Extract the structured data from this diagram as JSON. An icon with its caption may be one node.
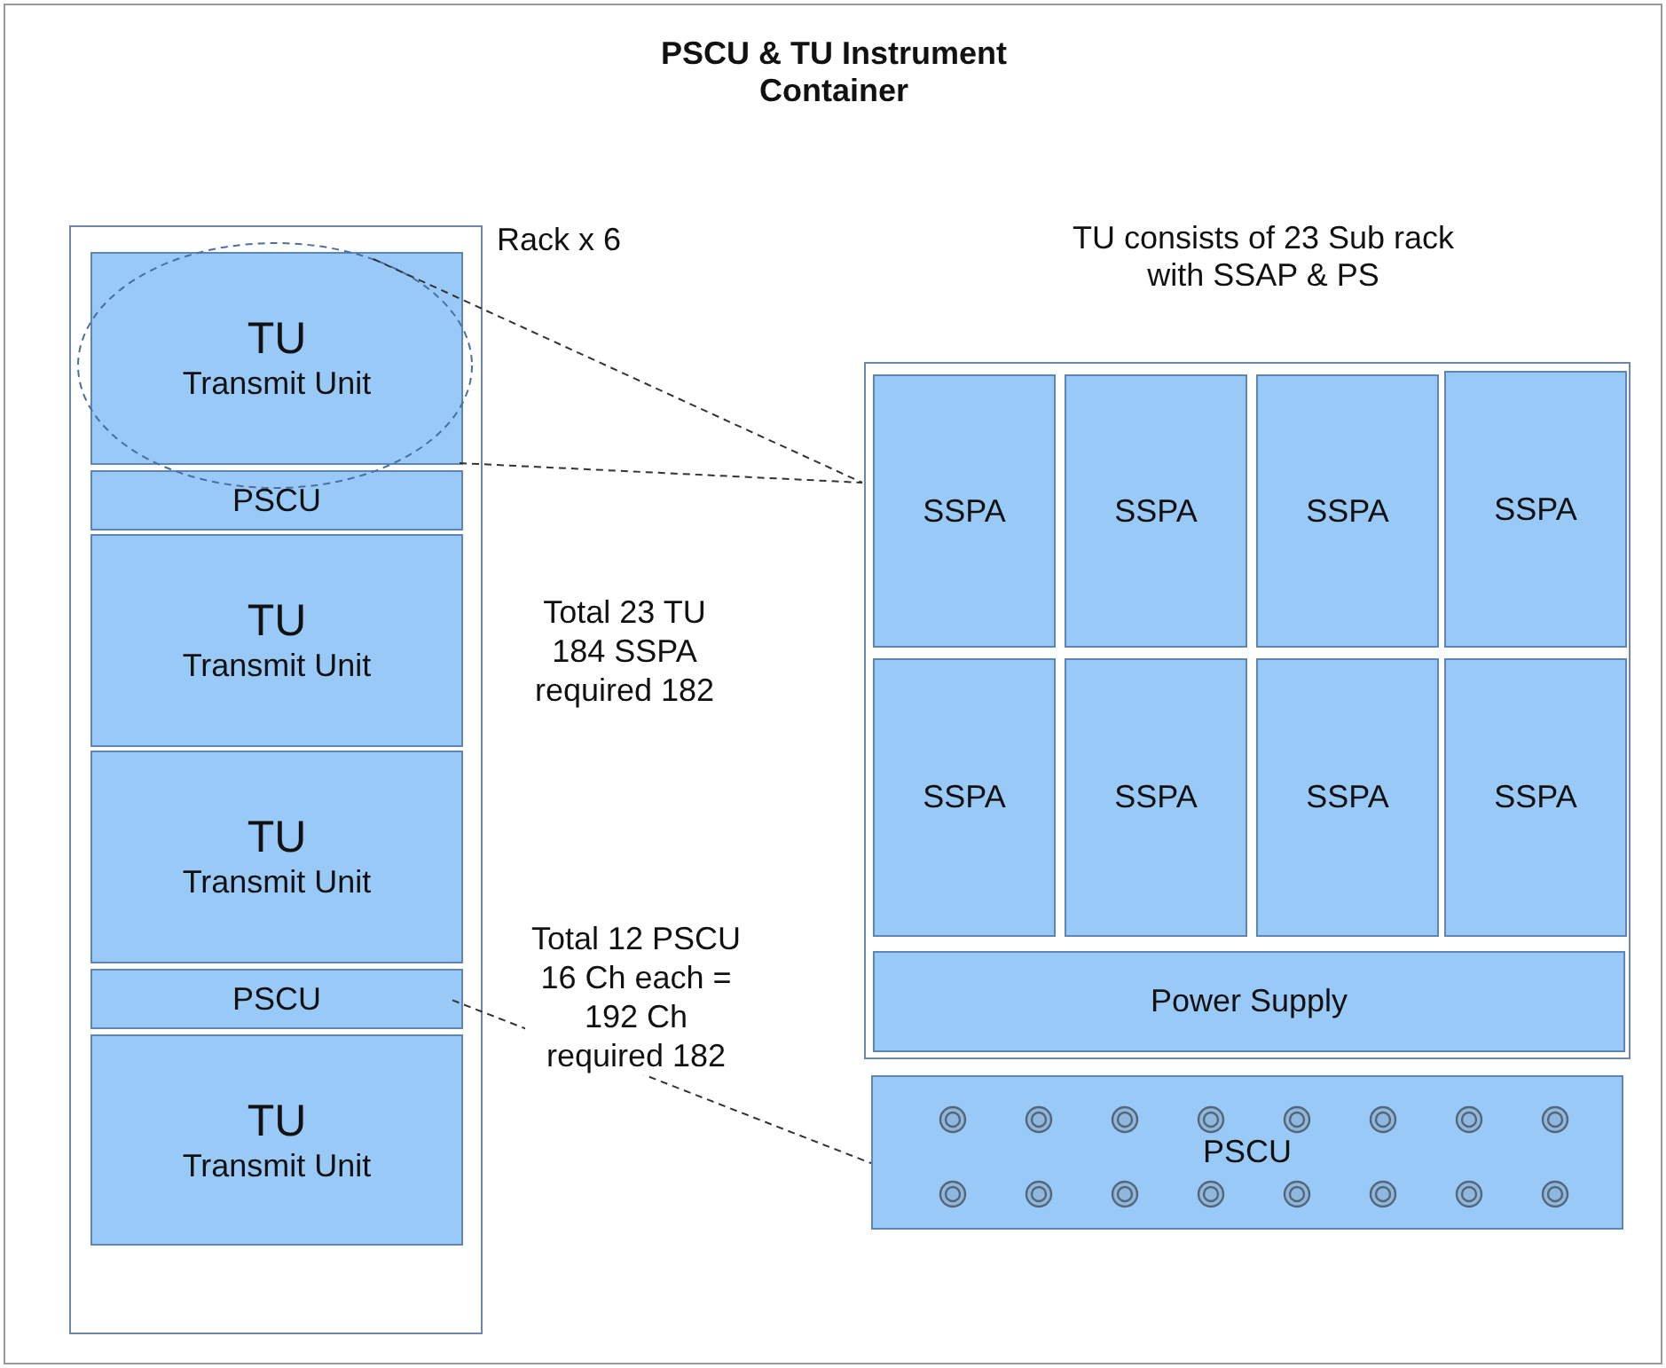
{
  "diagram": {
    "title": "PSCU & TU Instrument Container",
    "nodes": [
      {
        "text": [],
        "shape": "box",
        "beside": [
          "Rack x 6"
        ]
      },
      {
        "text": [
          "TU",
          "Transmit Unit"
        ],
        "in": 0
      },
      {
        "text": [
          "PSCU"
        ],
        "in": 0
      },
      {
        "text": [
          "TU",
          "Transmit Unit"
        ],
        "in": 0
      },
      {
        "text": [
          "TU",
          "Transmit Unit"
        ],
        "in": 0
      },
      {
        "text": [
          "PSCU"
        ],
        "in": 0
      },
      {
        "text": [
          "TU",
          "Transmit Unit"
        ],
        "in": 0
      },
      {
        "text": [],
        "shape": "box",
        "beside": [
          "TU consists of  23 Sub rack with SSAP & PS"
        ]
      },
      {
        "text": [
          "SSPA"
        ],
        "in": 7
      },
      {
        "text": [
          "SSPA"
        ],
        "in": 7
      },
      {
        "text": [
          "SSPA"
        ],
        "in": 7
      },
      {
        "text": [
          "SSPA"
        ],
        "in": 7
      },
      {
        "text": [
          "SSPA"
        ],
        "in": 7
      },
      {
        "text": [
          "SSPA"
        ],
        "in": 7
      },
      {
        "text": [
          "SSPA"
        ],
        "in": 7
      },
      {
        "text": [
          "SSPA"
        ],
        "in": 7
      },
      {
        "text": [
          "Power Supply"
        ],
        "in": 7
      },
      {
        "text": [
          "PSCU"
        ]
      }
    ],
    "edges": [
      {
        "from": 1,
        "to": 7,
        "arrow": "none",
        "style": "dashed"
      },
      {
        "from": 1,
        "to": 7,
        "arrow": "none",
        "style": "dashed"
      },
      {
        "from": 5,
        "to": 17,
        "arrow": "none",
        "style": "dashed"
      }
    ],
    "labels": [
      "Total 23 TU 184 SSPA required 182",
      "Total 12 PSCU 16 Ch each = 192 Ch required 182"
    ]
  }
}
